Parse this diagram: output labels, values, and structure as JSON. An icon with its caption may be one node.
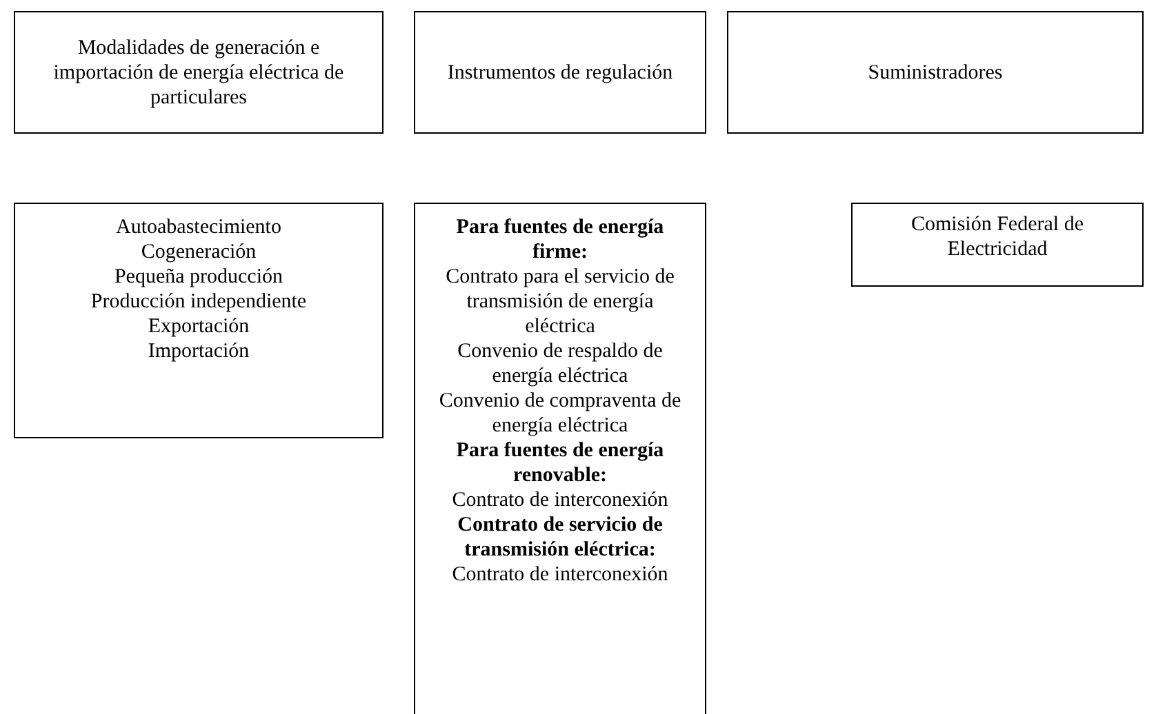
{
  "diagram": {
    "nodes": [
      {
        "text": [
          "Modalidades de generación e importación de energía eléctrica de particulares"
        ]
      },
      {
        "text": [
          "Instrumentos de regulación"
        ]
      },
      {
        "text": [
          "Suministradores"
        ]
      },
      {
        "text": [
          "Autoabastecimiento",
          "Cogeneración",
          "Pequeña producción",
          "Producción independiente",
          "Exportación",
          "Importación"
        ]
      },
      {
        "text": [
          "Para fuentes de energía firme:",
          "Contrato para el servicio de transmisión de energía eléctrica",
          "Convenio de respaldo de energía eléctrica",
          "Convenio de compraventa de energía eléctrica",
          "Para fuentes de energía renovable:",
          "Contrato de interconexión",
          "Contrato de servicio de transmisión eléctrica:",
          "Contrato de interconexión"
        ]
      },
      {
        "text": [
          "Comisión Federal de Electricidad"
        ]
      }
    ]
  }
}
